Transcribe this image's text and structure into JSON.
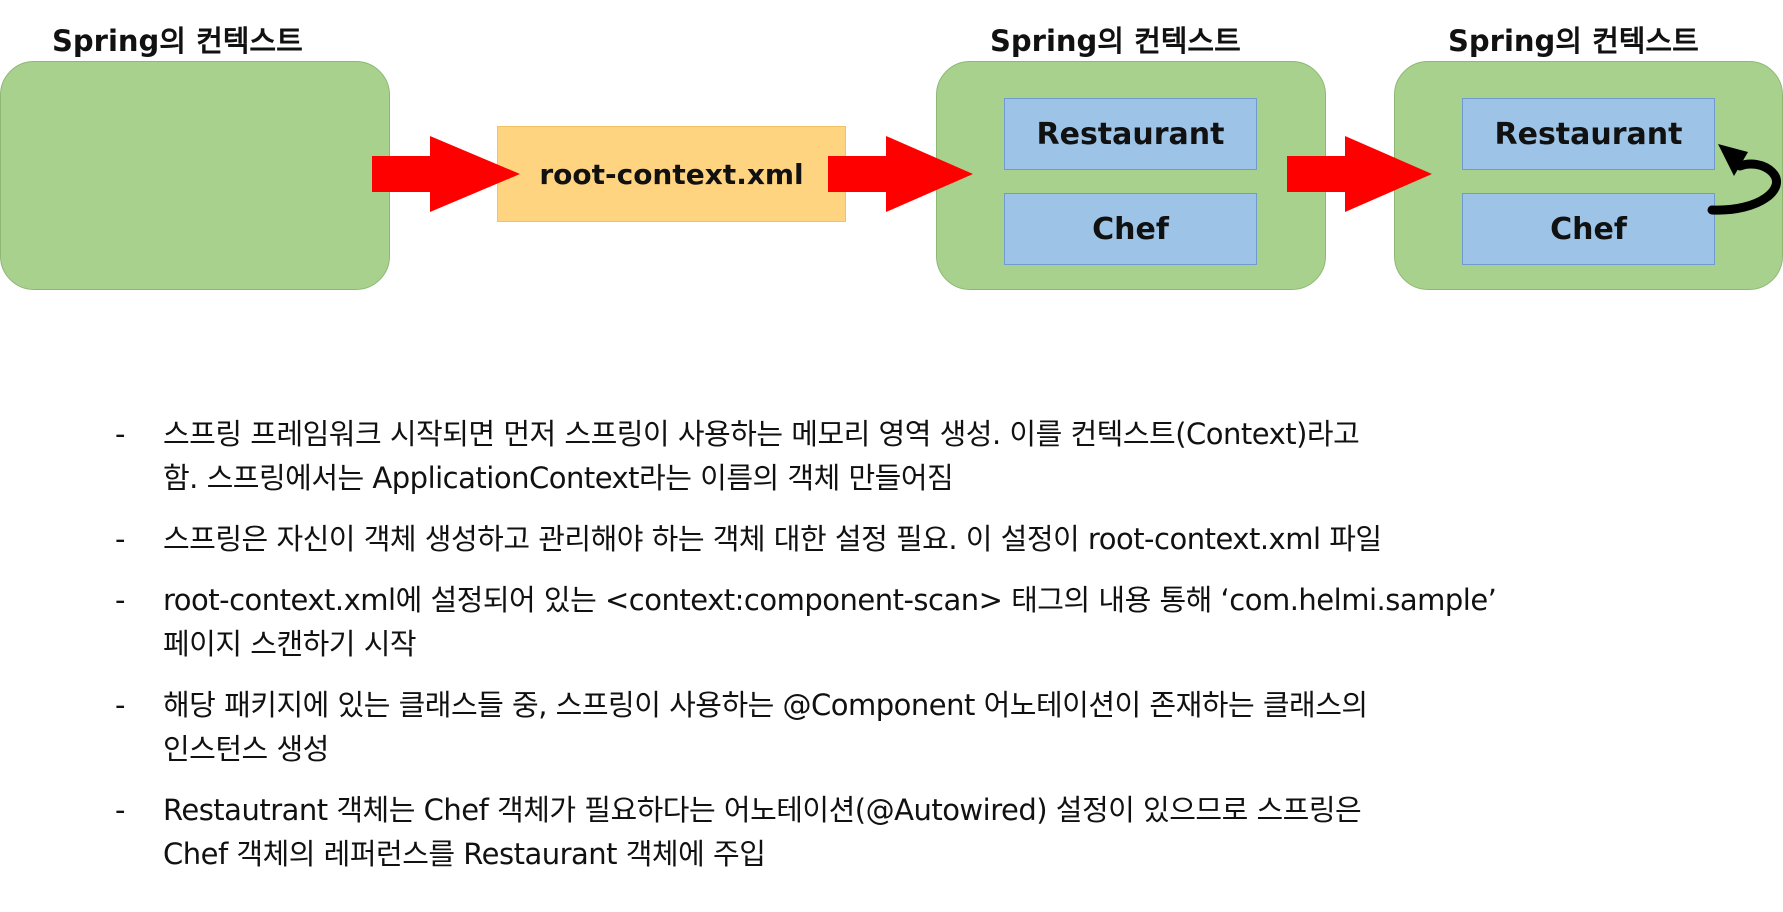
{
  "diagram": {
    "context_title": "Spring의 컨텍스트",
    "xml_file_label": "root-context.xml",
    "bean_restaurant": "Restaurant",
    "bean_chef": "Chef",
    "arrow_color": "#ff0000",
    "context_color": "#a9d18e",
    "bean_color": "#9dc3e6",
    "xml_color": "#ffd480"
  },
  "notes": {
    "dash": "-",
    "items": [
      {
        "lines": [
          "스프링 프레임워크 시작되면 먼저 스프링이 사용하는 메모리 영역 생성. 이를 컨텍스트(Context)라고",
          "함. 스프링에서는 ApplicationContext라는 이름의 객체 만들어짐"
        ]
      },
      {
        "lines": [
          "스프링은 자신이 객체 생성하고 관리해야 하는 객체 대한 설정 필요. 이 설정이 root-context.xml 파일"
        ]
      },
      {
        "lines": [
          "root-context.xml에 설정되어 있는 <context:component-scan> 태그의 내용 통해 ‘com.helmi.sample’",
          "페이지 스캔하기 시작"
        ]
      },
      {
        "lines": [
          "해당 패키지에 있는 클래스들 중, 스프링이 사용하는 @Component 어노테이션이 존재하는 클래스의",
          "인스턴스 생성"
        ]
      },
      {
        "lines": [
          "Restautrant 객체는 Chef 객체가 필요하다는 어노테이션(@Autowired) 설정이 있으므로 스프링은",
          "Chef 객체의 레퍼런스를 Restaurant 객체에 주입"
        ]
      }
    ]
  }
}
